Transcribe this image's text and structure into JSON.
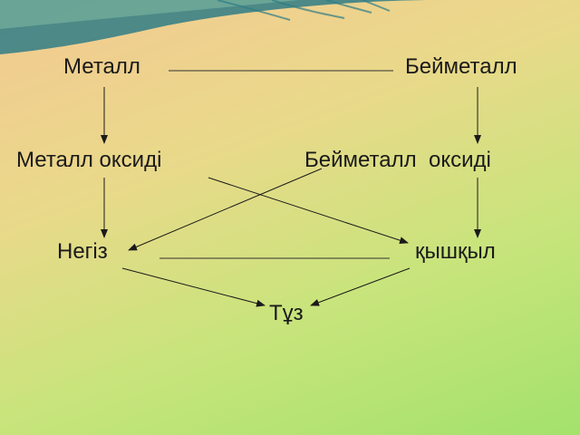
{
  "slide": {
    "background_colors": [
      "#f3c992",
      "#c9e47c",
      "#a3e26c"
    ],
    "decoration_color": "#2f7d86"
  },
  "nodes": {
    "metal": "Металл",
    "nonmetal": "Бейметалл",
    "metal_oxide": "Металл оксиді",
    "nonmetal_oxide": "Бейметалл  оксиді",
    "base": "Негіз",
    "acid": "қышқыл",
    "salt": "Тұз"
  },
  "edges": [
    {
      "from": "metal",
      "to": "nonmetal",
      "type": "line"
    },
    {
      "from": "metal",
      "to": "metal_oxide",
      "type": "arrow"
    },
    {
      "from": "nonmetal",
      "to": "nonmetal_oxide",
      "type": "arrow"
    },
    {
      "from": "metal_oxide",
      "to": "base",
      "type": "arrow"
    },
    {
      "from": "metal_oxide",
      "to": "acid",
      "type": "arrow"
    },
    {
      "from": "nonmetal_oxide",
      "to": "base",
      "type": "arrow"
    },
    {
      "from": "nonmetal_oxide",
      "to": "acid",
      "type": "arrow"
    },
    {
      "from": "base",
      "to": "acid",
      "type": "line"
    },
    {
      "from": "base",
      "to": "salt",
      "type": "arrow"
    },
    {
      "from": "acid",
      "to": "salt",
      "type": "arrow"
    }
  ]
}
